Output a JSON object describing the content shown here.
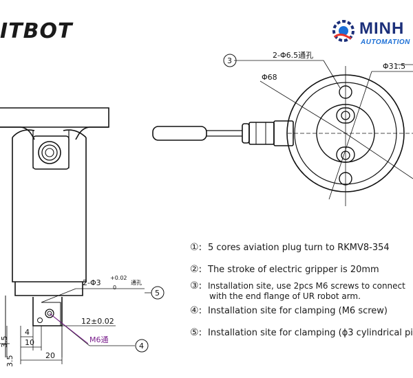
{
  "logos": {
    "left_text": "ITBOT",
    "right_brand": "MINH",
    "right_sub": "AUTOMATION"
  },
  "top_view": {
    "callout_3": "3",
    "hole_spec": "2-Φ6.5通孔",
    "diameter_outer": "Φ68",
    "diameter_inner": "Φ31.5"
  },
  "side_view": {
    "pin_spec": "2-Φ3",
    "pin_tol_upper": "+0.02",
    "pin_tol_lower": "0",
    "pin_suffix": "通孔",
    "callout_5": "5",
    "callout_4": "4",
    "dim_12": "12±0.02",
    "thread": "M6通",
    "dim_4": "4",
    "dim_10": "10",
    "dim_20": "20",
    "dim_35": "3.5",
    "dim_35b": "3.5"
  },
  "notes": [
    {
      "num": "①:",
      "text": "5 cores aviation plug turn to RKMV8-354"
    },
    {
      "num": "②:",
      "text": "The stroke of electric gripper is 20mm"
    },
    {
      "num": "③:",
      "text": "Installation site, use 2pcs M6 screws to connect",
      "text2": "with the end flange of UR robot arm."
    },
    {
      "num": "④:",
      "text": "Installation site for clamping (M6 screw)"
    },
    {
      "num": "⑤:",
      "text": "Installation site for clamping (ϕ3 cylindrical pin p"
    }
  ]
}
